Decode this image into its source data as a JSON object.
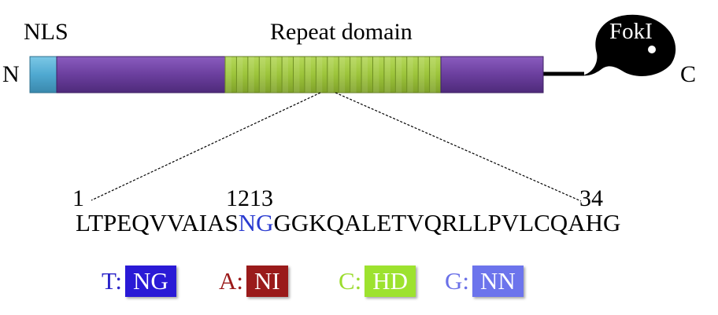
{
  "labels": {
    "nls": "NLS",
    "repeat_domain": "Repeat domain",
    "n_term": "N",
    "c_term": "C",
    "foki": "FokI"
  },
  "positions": {
    "start": "1",
    "rvd": "1213",
    "end": "34"
  },
  "sequence": {
    "before": "LTPEQVVAIAS",
    "rvd": "NG",
    "after": "GGKQALETVQRLLPVLCQAHG"
  },
  "legend": [
    {
      "letter": "T:",
      "code": "NG",
      "letter_color": "#2b24c9",
      "box_color": "#2a1ad6"
    },
    {
      "letter": "A:",
      "code": "NI",
      "letter_color": "#9b1a1a",
      "box_color": "#9a1b1b"
    },
    {
      "letter": "C:",
      "code": "HD",
      "letter_color": "#9bdc2e",
      "box_color": "#9de22f"
    },
    {
      "letter": "G:",
      "code": "NN",
      "letter_color": "#6a70e8",
      "box_color": "#6c74ec"
    }
  ],
  "colors": {
    "nls": "#5bb3d6",
    "body": "#6a3e9c",
    "repeat": "#9cc43a",
    "rvd_text": "#2a3bd0"
  }
}
